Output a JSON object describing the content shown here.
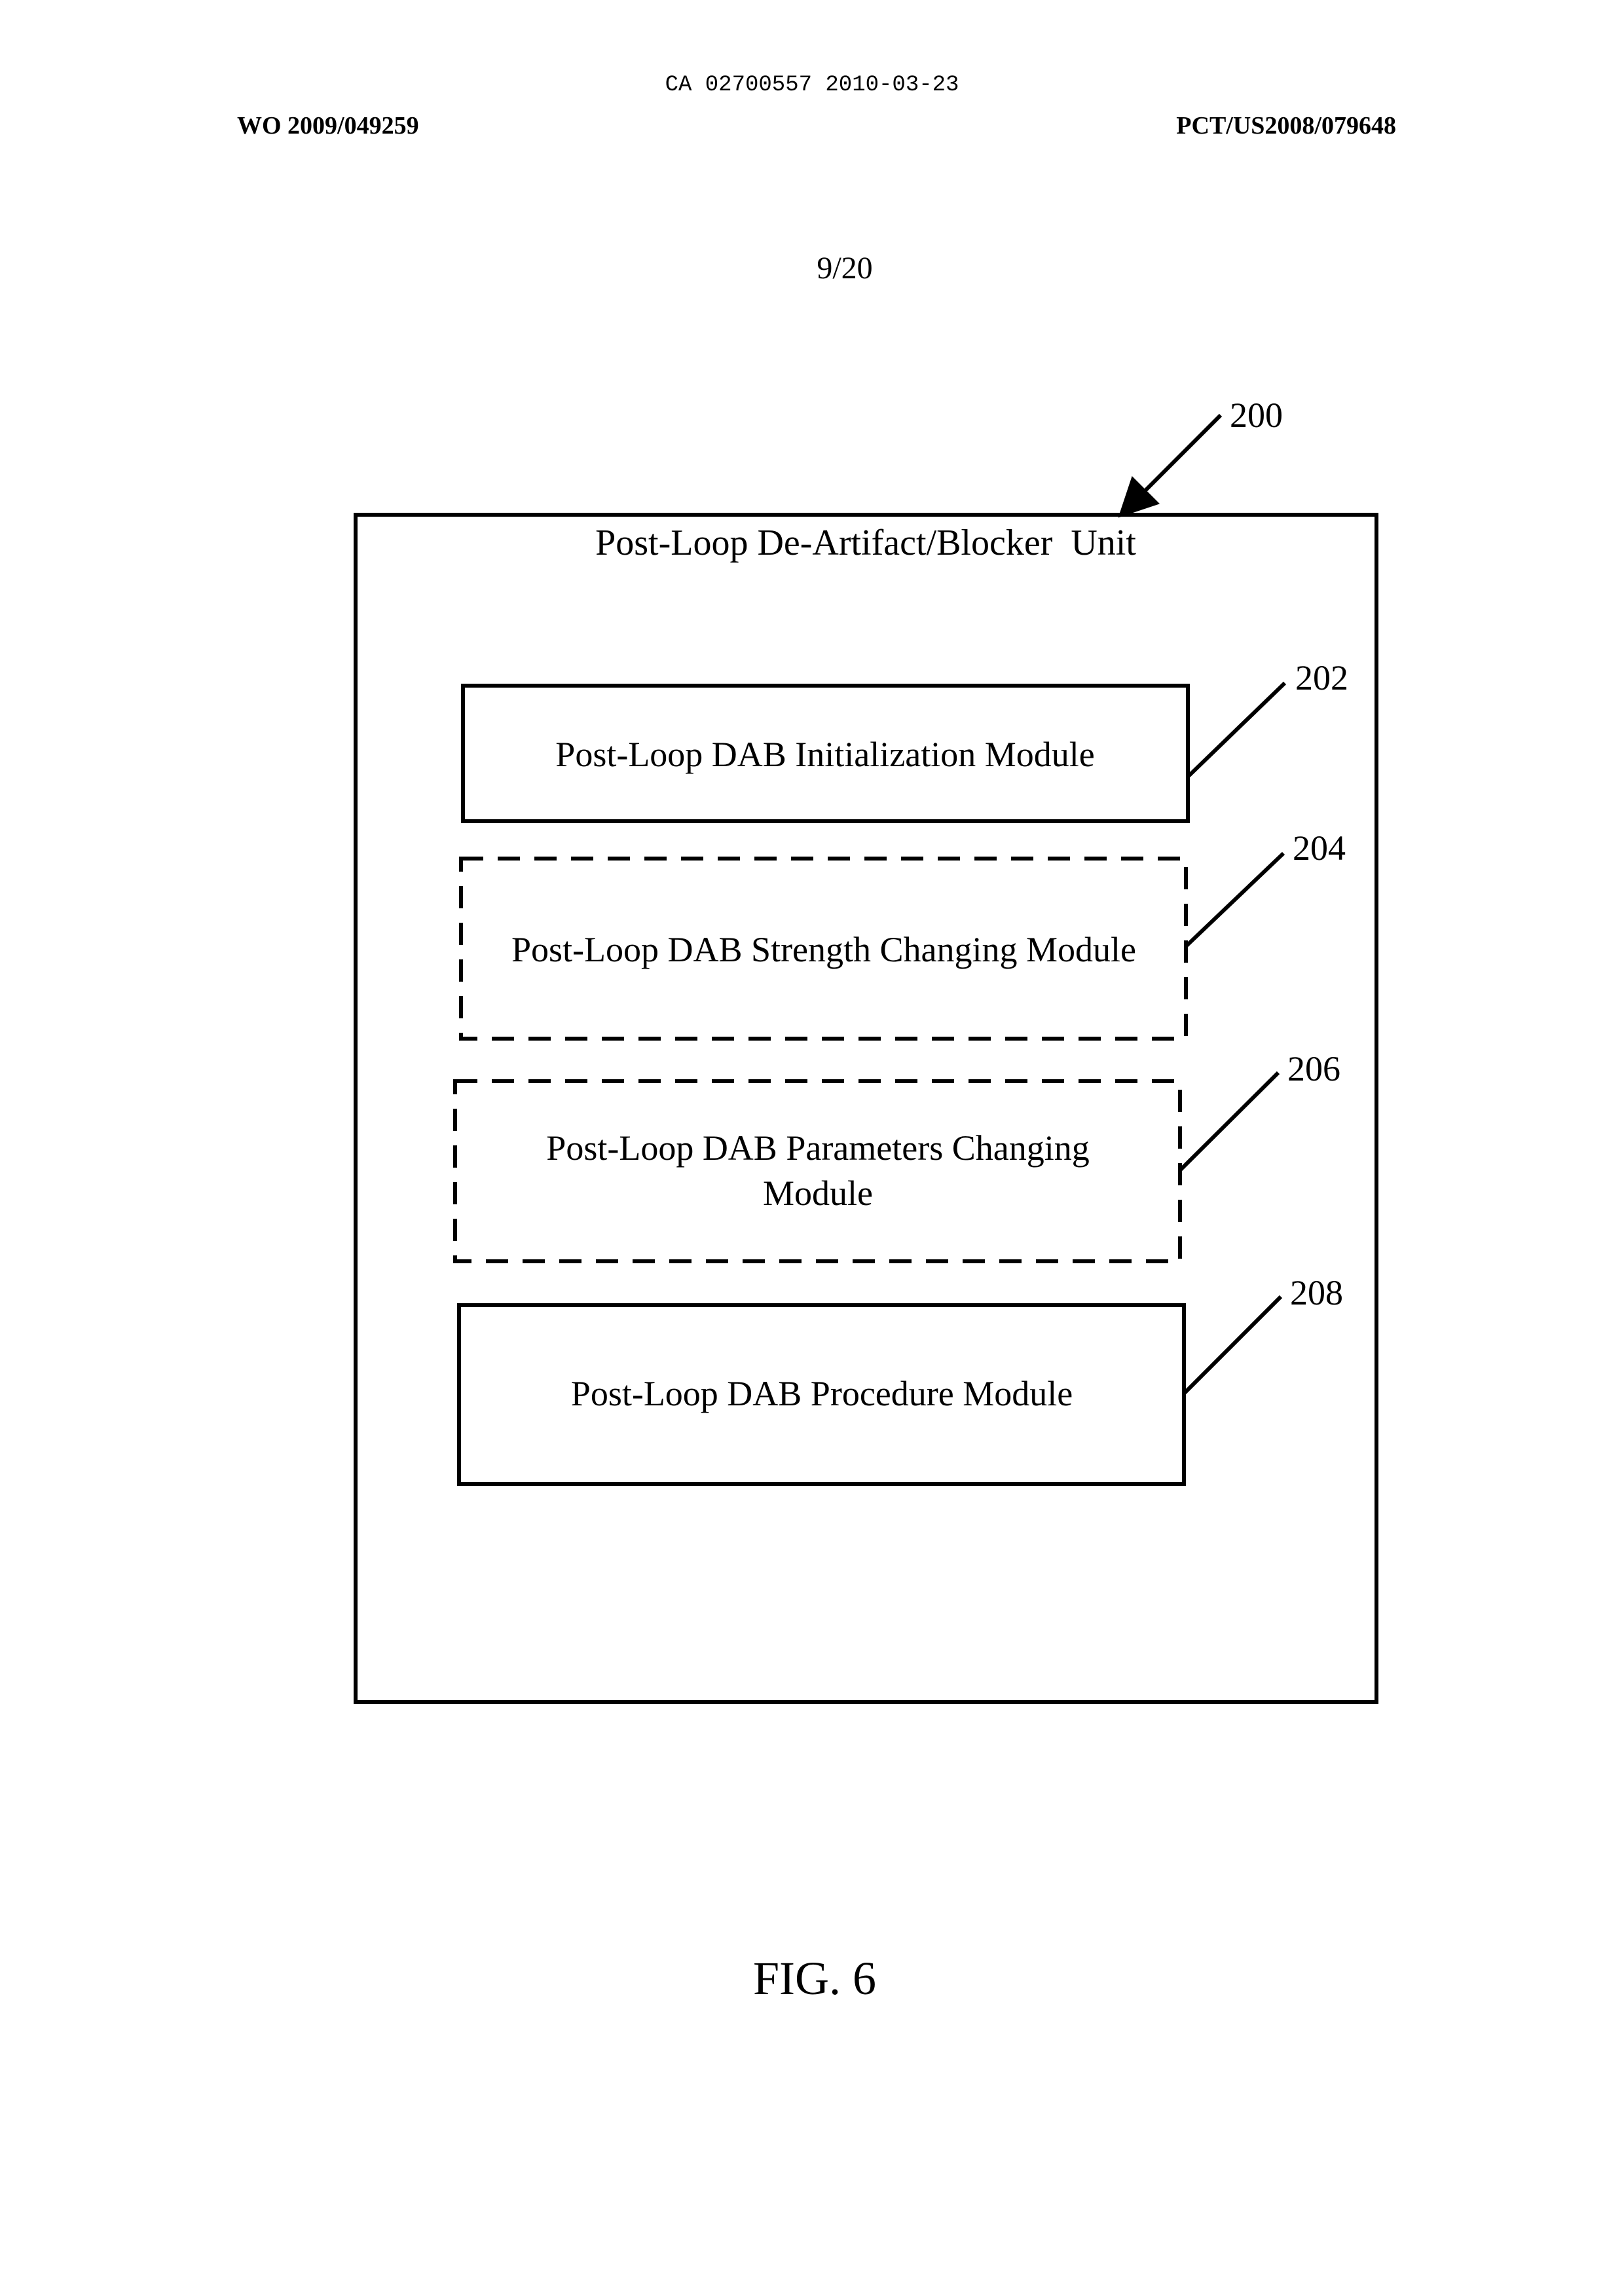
{
  "header": {
    "ca_number": "CA 02700557 2010-03-23",
    "wo_number": "WO 2009/049259",
    "pct_number": "PCT/US2008/079648",
    "sheet": "9/20"
  },
  "diagram": {
    "unit_ref": "200",
    "unit_title": "Post-Loop De-Artifact/Blocker  Unit",
    "modules": [
      {
        "ref": "202",
        "line1": "Post-Loop DAB Initialization Module",
        "line2": "",
        "style": "solid"
      },
      {
        "ref": "204",
        "line1": "Post-Loop DAB Strength Changing Module",
        "line2": "",
        "style": "dashed"
      },
      {
        "ref": "206",
        "line1": "Post-Loop DAB Parameters Changing",
        "line2": "Module",
        "style": "dashed"
      },
      {
        "ref": "208",
        "line1": "Post-Loop DAB Procedure Module",
        "line2": "",
        "style": "solid"
      }
    ]
  },
  "figure_label": "FIG. 6"
}
